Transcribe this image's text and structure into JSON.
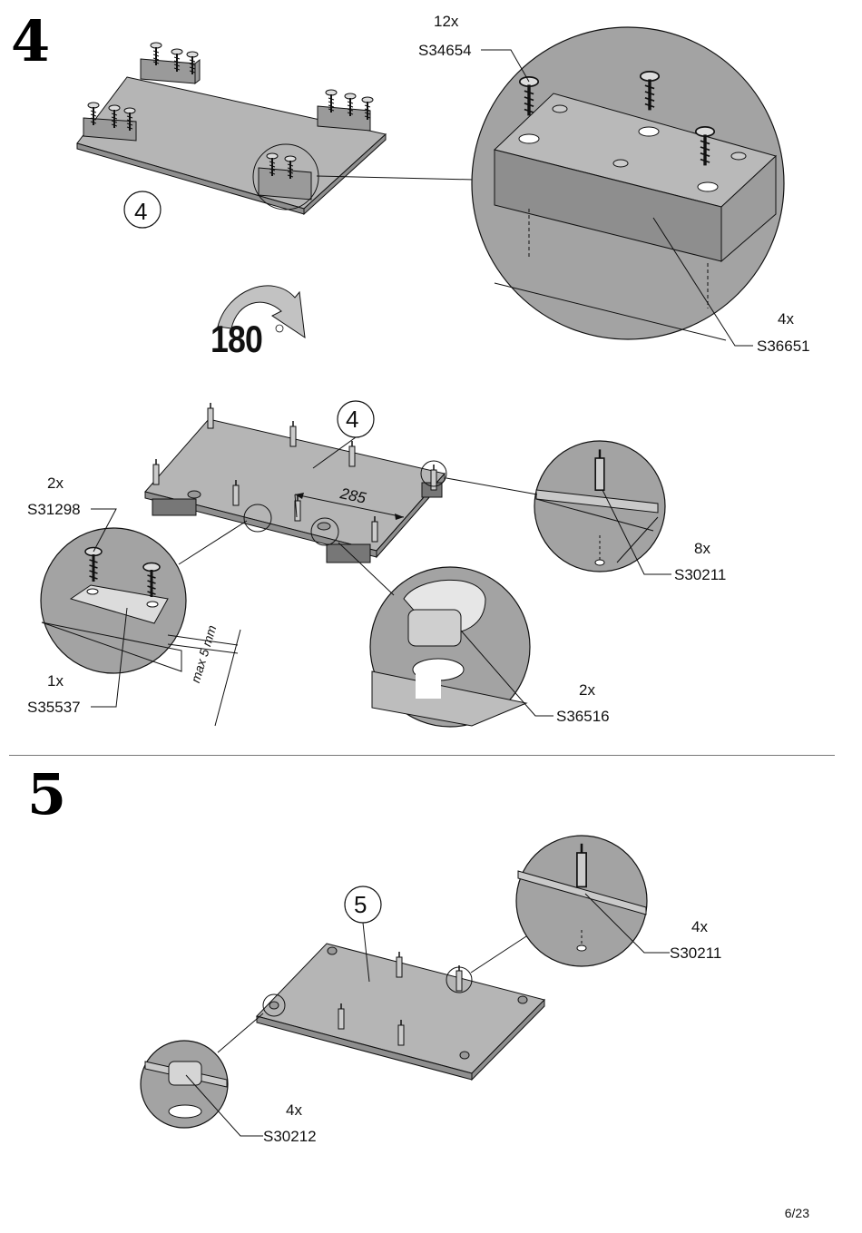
{
  "steps": {
    "step4": {
      "number": "4",
      "panel_id": "4",
      "rotation": "180",
      "screw_qty": "12x",
      "screw_code": "S34654",
      "foot_qty": "4x",
      "foot_code": "S36651",
      "panel_id_second": "4",
      "dimension": "285",
      "hinge_screw_qty": "2x",
      "hinge_screw_code": "S31298",
      "plate_qty": "1x",
      "plate_code": "S35537",
      "max_note": "max 5 mm",
      "dowel_qty": "8x",
      "dowel_code": "S30211",
      "cam_qty": "2x",
      "cam_code": "S36516"
    },
    "step5": {
      "number": "5",
      "panel_id": "5",
      "dowel_qty": "4x",
      "dowel_code": "S30211",
      "cam_qty": "4x",
      "cam_code": "S30212"
    }
  },
  "page": {
    "number": "6/23"
  },
  "colors": {
    "panel": "#b5b5b5",
    "panel_edge": "#8f8f8f",
    "circle_fill": "#9f9f9f",
    "ink": "#111111"
  }
}
